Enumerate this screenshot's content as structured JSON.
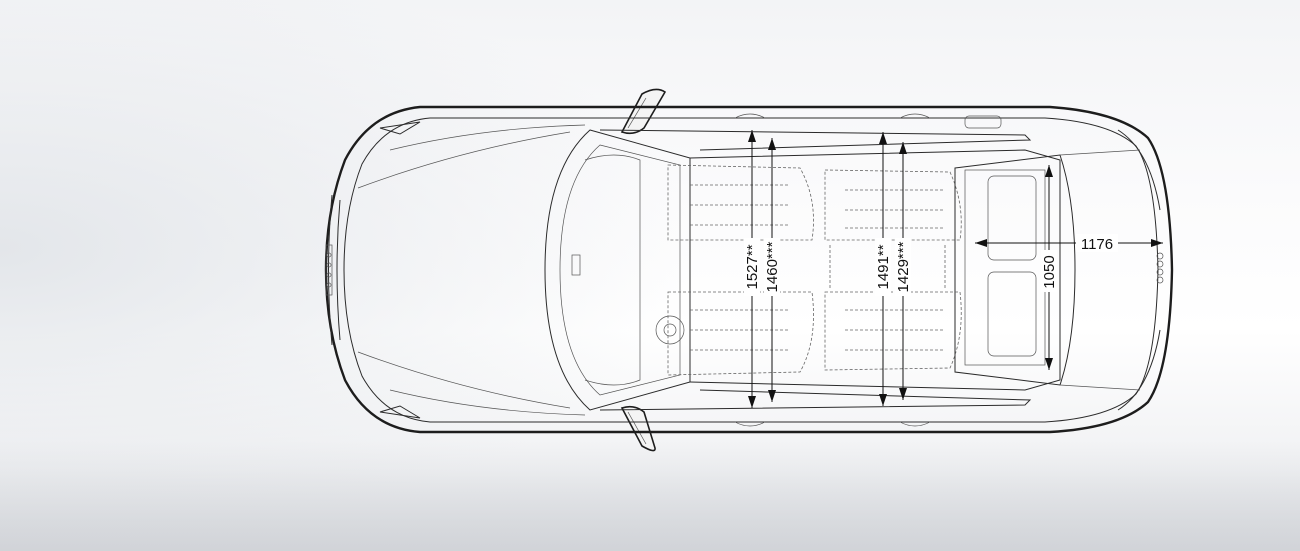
{
  "dimensions": {
    "front_shoulder": "1527**",
    "front_elbow": "1460***",
    "rear_shoulder": "1491**",
    "rear_elbow": "1429***",
    "trunk_length": "1176",
    "trunk_width": "1050"
  }
}
